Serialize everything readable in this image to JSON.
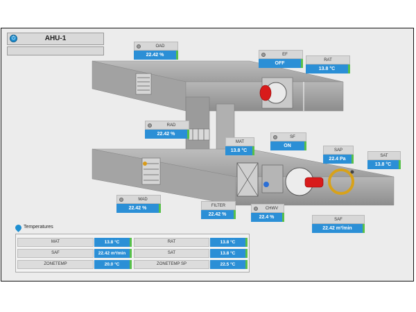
{
  "header": {
    "title": "AHU-1",
    "power_icon": "power-icon"
  },
  "tags": {
    "oad": {
      "label": "OAD",
      "value": "22.42 %"
    },
    "ef": {
      "label": "EF",
      "value": "OFF"
    },
    "rat": {
      "label": "RAT",
      "value": "13.8 °C"
    },
    "rad": {
      "label": "RAD",
      "value": "22.42 %"
    },
    "mat": {
      "label": "MAT",
      "value": "13.8 °C"
    },
    "sf": {
      "label": "SF",
      "value": "ON"
    },
    "sap": {
      "label": "SAP",
      "value": "22.4 Pa"
    },
    "sat": {
      "label": "SAT",
      "value": "13.8 °C"
    },
    "mad": {
      "label": "MAD",
      "value": "22.42 %"
    },
    "filter": {
      "label": "FILTER",
      "value": "22.42 %"
    },
    "chwv": {
      "label": "CHWV",
      "value": "22.4 %"
    },
    "saf": {
      "label": "SAF",
      "value": "22.42 m³/min"
    }
  },
  "temperatures": {
    "title": "Temperatures",
    "rows": [
      {
        "left_label": "MAT",
        "left_value": "13.8 °C",
        "right_label": "RAT",
        "right_value": "13.8 °C"
      },
      {
        "left_label": "SAF",
        "left_value": "22.42 m³/min",
        "right_label": "SAT",
        "right_value": "13.8 °C"
      },
      {
        "left_label": "ZONETEMP",
        "left_value": "20.0 °C",
        "right_label": "ZONETEMP SP",
        "right_value": "22.5 °C"
      }
    ]
  },
  "colors": {
    "value_blue": "#2b8fd6",
    "status_green": "#58c04a",
    "duct_gray": "#a9a9a9"
  }
}
